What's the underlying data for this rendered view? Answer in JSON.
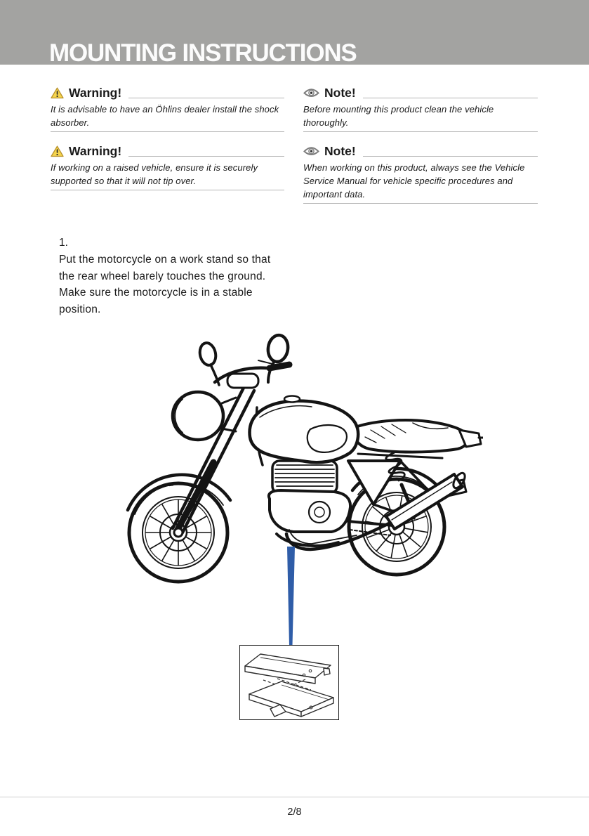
{
  "header": {
    "title": "MOUNTING INSTRUCTIONS"
  },
  "notices": {
    "warnings": [
      {
        "title": "Warning!",
        "body": "It is advisable to have an Öhlins dealer install the shock\nabsorber."
      },
      {
        "title": "Warning!",
        "body": "If working on a raised vehicle, ensure it is securely\nsupported so that it will not tip over."
      }
    ],
    "notes": [
      {
        "title": "Note!",
        "body": "Before mounting this product clean the vehicle\nthoroughly."
      },
      {
        "title": "Note!",
        "body": "When working on this product, always see the Vehicle\nService Manual for vehicle specific procedures and\nimportant data."
      }
    ]
  },
  "step": {
    "number": "1.",
    "text": "Put the motorcycle on a work stand so that\nthe rear wheel barely touches the ground.\nMake sure the motorcycle is in a stable\nposition."
  },
  "icons": {
    "warning": "warning-triangle-icon",
    "note": "eye-icon"
  },
  "figure": {
    "motorcycle": "motorcycle-line-art",
    "pointer": "pointer-line-to-work-stand",
    "stand": "work-stand-line-art"
  },
  "footer": {
    "page_number": "2/8"
  },
  "colors": {
    "header_bg": "#a3a3a1",
    "pointer_blue": "#2f5da8",
    "warning_yellow": "#f5d44c",
    "rule": "#b5b5b5"
  }
}
